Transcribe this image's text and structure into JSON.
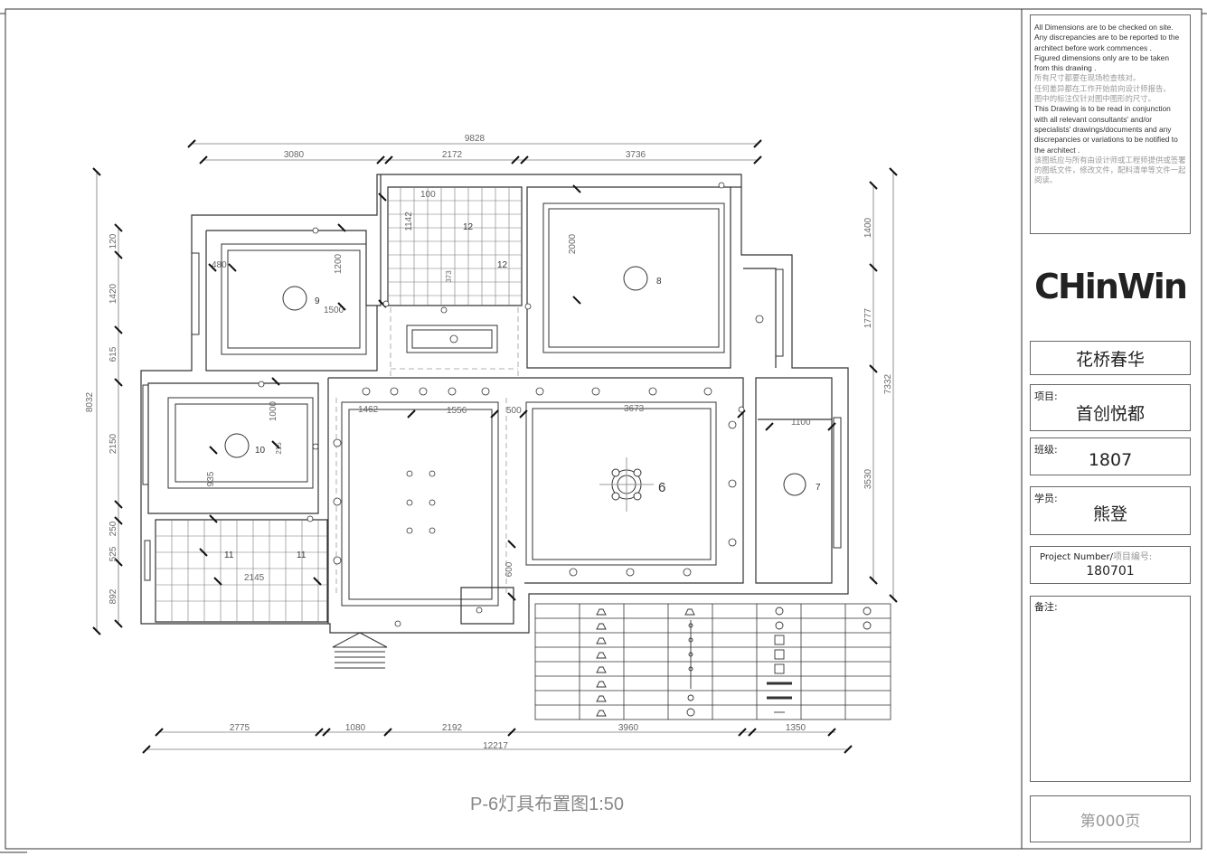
{
  "notes": {
    "en1": "All Dimensions are to be checked on site. Any discrepancies are to be reported to the architect before work commences .",
    "en2": "Figured dimensions only are to be taken from this drawing .",
    "cn1": "所有尺寸都要在现场检查核对。",
    "cn2": "任何差异都在工作开始前向设计师报告。",
    "cn3": "图中的标注仅针对图中图形的尺寸。",
    "en3": "This Drawing is to be read in conjunction with all relevant consultants' and/or specialists' drawings/documents and any discrepancies or variations to be notified to the architect .",
    "cn4": "该图纸应与所有由设计师或工程师提供或签署的图纸文件，修改文件，配料清单等文件一起阅读。"
  },
  "logo": "CHinWin",
  "title_block": {
    "project_title": "花桥春华",
    "project_label": "项目:",
    "project_value": "首创悦都",
    "class_label": "班级:",
    "class_value": "1807",
    "student_label": "学员:",
    "student_value": "熊登",
    "project_number_label": "Project Number/",
    "project_number_label_cn": "项目编号:",
    "project_number_value": "180701",
    "remarks_label": "备注:",
    "page": "第000页"
  },
  "drawing_title": "P-6灯具布置图1:50",
  "dimensions": {
    "top_total": "9828",
    "top": [
      "3080",
      "2172",
      "3736"
    ],
    "bottom_total": "12217",
    "bottom": [
      "2775",
      "1080",
      "2192",
      "3960",
      "1350"
    ],
    "left_total": "8032",
    "left": [
      "120",
      "1420",
      "615",
      "2150",
      "250",
      "525",
      "892"
    ],
    "right_total": "7332",
    "right": [
      "1400",
      "1777",
      "3530"
    ],
    "inner": [
      "2000",
      "1200",
      "1000",
      "1500",
      "1462",
      "1556",
      "500",
      "3673",
      "1100",
      "100",
      "1142",
      "373",
      "480",
      "935",
      "215",
      "2145",
      "600"
    ]
  },
  "room_labels": [
    "9",
    "8",
    "10",
    "6",
    "7",
    "11",
    "11",
    "12",
    "12"
  ],
  "colors": {
    "line": "#333333",
    "dim": "#666666",
    "muted": "#999999"
  }
}
